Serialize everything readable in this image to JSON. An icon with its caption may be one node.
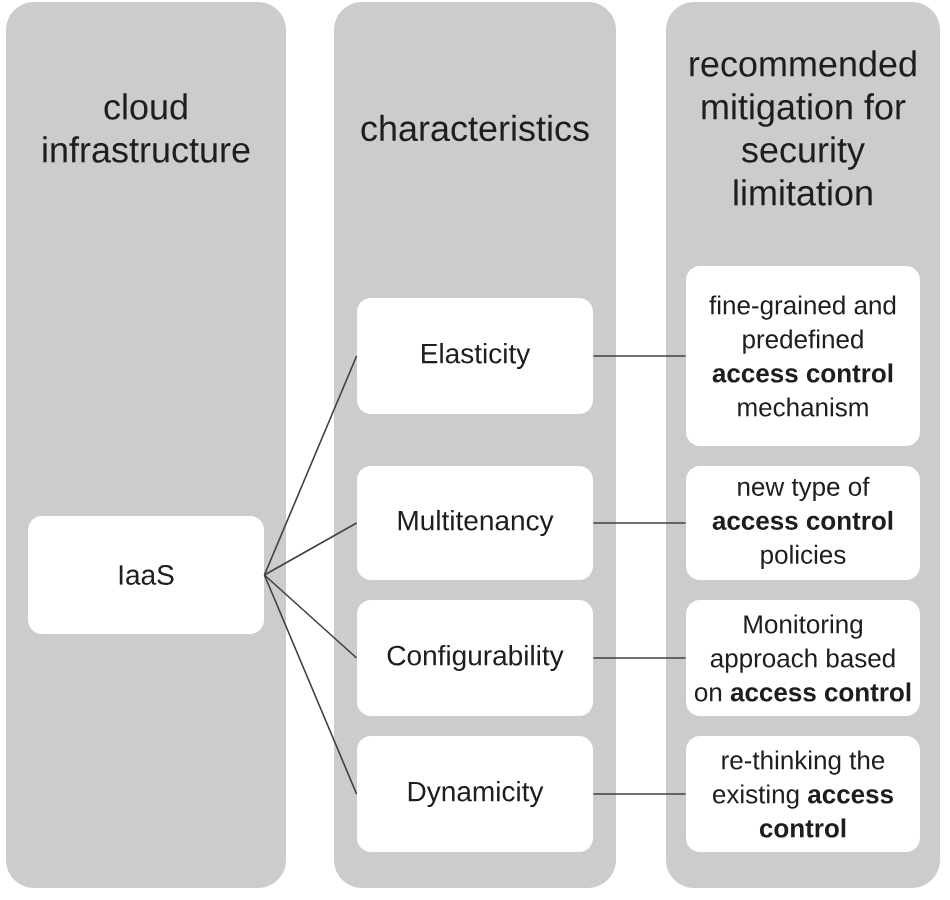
{
  "diagram": {
    "nodes": [
      {
        "text": [
          "cloud infrastructure"
        ]
      },
      {
        "text": [
          "IaaS"
        ],
        "in": 0
      },
      {
        "text": [
          "characteristics"
        ]
      },
      {
        "text": [
          "Elasticity"
        ],
        "in": 2
      },
      {
        "text": [
          "Multitenancy"
        ],
        "in": 2
      },
      {
        "text": [
          "Configurability"
        ],
        "in": 2
      },
      {
        "text": [
          "Dynamicity"
        ],
        "in": 2
      },
      {
        "text": [
          "recommended mitigation for security limitation"
        ]
      },
      {
        "text": [
          "fine-grained and predefined **access control** mechanism"
        ],
        "in": 7
      },
      {
        "text": [
          "new type of **access control** policies"
        ],
        "in": 7
      },
      {
        "text": [
          "Monitoring approach based on **access control**"
        ],
        "in": 7
      },
      {
        "text": [
          "re-thinking the existing **access control**"
        ],
        "in": 7
      }
    ],
    "edges": [
      {
        "from": 1,
        "to": 3,
        "arrow": "none"
      },
      {
        "from": 1,
        "to": 4,
        "arrow": "none"
      },
      {
        "from": 1,
        "to": 5,
        "arrow": "none"
      },
      {
        "from": 1,
        "to": 6,
        "arrow": "none"
      },
      {
        "from": 3,
        "to": 8,
        "arrow": "none"
      },
      {
        "from": 4,
        "to": 9,
        "arrow": "none"
      },
      {
        "from": 5,
        "to": 10,
        "arrow": "none"
      },
      {
        "from": 6,
        "to": 11,
        "arrow": "none"
      }
    ]
  }
}
